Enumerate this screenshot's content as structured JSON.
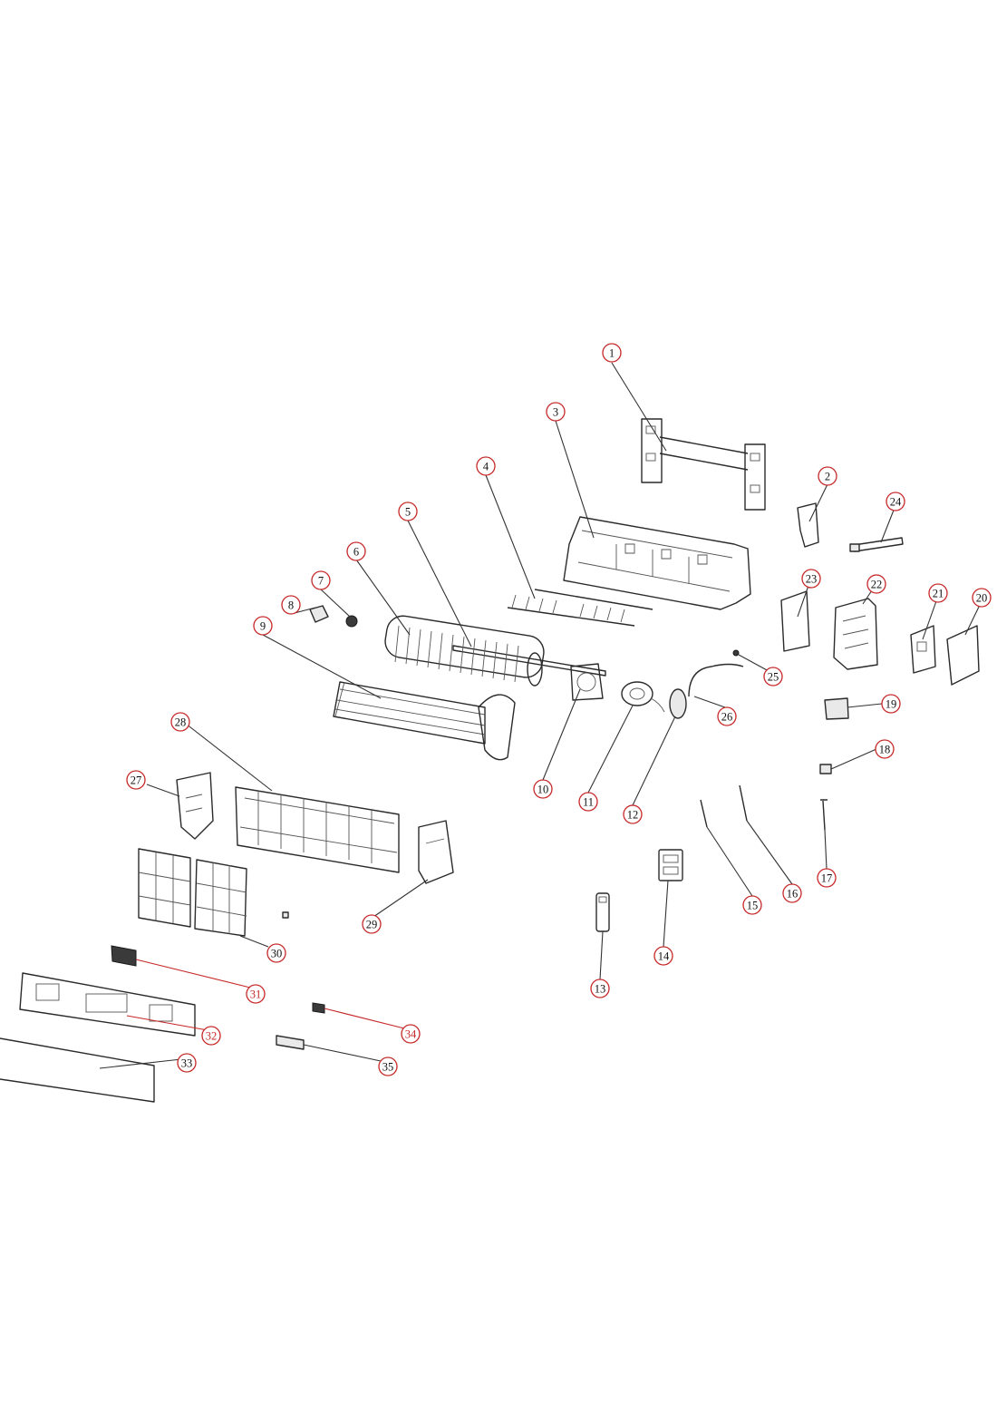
{
  "callout_color": "#c62828",
  "outline_color": "#2a2a2a",
  "callouts": [
    {
      "label": "1"
    },
    {
      "label": "2"
    },
    {
      "label": "3"
    },
    {
      "label": "4"
    },
    {
      "label": "5"
    },
    {
      "label": "6"
    },
    {
      "label": "7"
    },
    {
      "label": "8"
    },
    {
      "label": "9"
    },
    {
      "label": "10"
    },
    {
      "label": "11"
    },
    {
      "label": "12"
    },
    {
      "label": "13"
    },
    {
      "label": "14"
    },
    {
      "label": "15"
    },
    {
      "label": "16"
    },
    {
      "label": "17"
    },
    {
      "label": "18"
    },
    {
      "label": "19"
    },
    {
      "label": "20"
    },
    {
      "label": "21"
    },
    {
      "label": "22"
    },
    {
      "label": "23"
    },
    {
      "label": "24"
    },
    {
      "label": "25"
    },
    {
      "label": "26"
    },
    {
      "label": "27"
    },
    {
      "label": "28"
    },
    {
      "label": "29"
    },
    {
      "label": "30"
    },
    {
      "label": "31"
    },
    {
      "label": "32"
    },
    {
      "label": "33"
    },
    {
      "label": "34"
    },
    {
      "label": "35"
    }
  ]
}
